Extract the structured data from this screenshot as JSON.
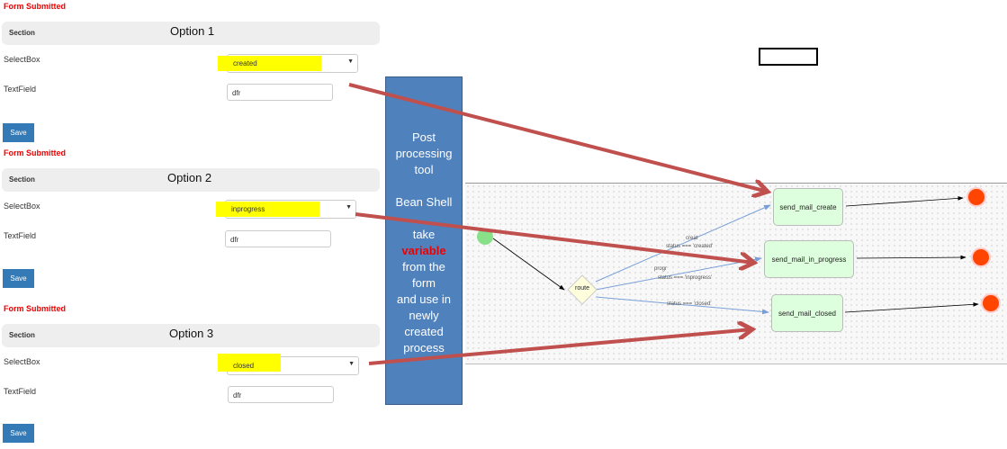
{
  "forms": [
    {
      "status": "Form Submitted",
      "section": "Section",
      "option": "Option 1",
      "select_label": "SelectBox",
      "select_value": "created",
      "text_label": "TextField",
      "text_value": "dfr",
      "save": "Save"
    },
    {
      "status": "Form Submitted",
      "section": "Section",
      "option": "Option 2",
      "select_label": "SelectBox",
      "select_value": "inprogress",
      "text_label": "TextField",
      "text_value": "dfr",
      "save": "Save"
    },
    {
      "status": "Form Submitted",
      "section": "Section",
      "option": "Option 3",
      "select_label": "SelectBox",
      "select_value": "closed",
      "text_label": "TextField",
      "text_value": "dfr",
      "save": "Save"
    }
  ],
  "callout": {
    "l1": "Post",
    "l2": "processing",
    "l3": "tool",
    "l4": "Bean Shell",
    "l5": "take",
    "l6": "variable",
    "l7": "from the",
    "l8": "form",
    "l9": "and use in",
    "l10": "newly",
    "l11": "created",
    "l12": "process"
  },
  "process": {
    "route": "route",
    "nodes": [
      "send_mail_create",
      "send_mail_in_progress",
      "send_mail_closed"
    ],
    "edges": [
      {
        "name": "creat",
        "cond": "status === 'created'"
      },
      {
        "name": "progr",
        "cond": "status === 'inprogress'"
      },
      {
        "name": "",
        "cond": "status === 'closed'"
      }
    ]
  },
  "colors": {
    "arrow": "#c0504d",
    "callout": "#4f81bd",
    "node": "#ddffdd",
    "end": "#ff4500",
    "start": "#88e088"
  }
}
